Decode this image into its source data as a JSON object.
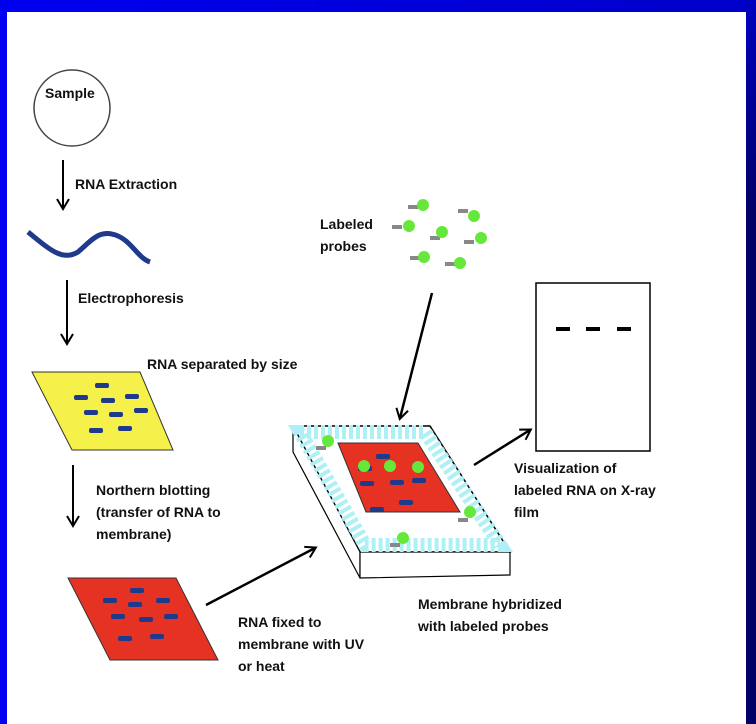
{
  "labels": {
    "sample": "Sample",
    "rna_extraction": "RNA Extraction",
    "electrophoresis": "Electrophoresis",
    "rna_separated": "RNA separated by size",
    "northern_blotting": [
      "Northern blotting",
      "(transfer of RNA to",
      "membrane)"
    ],
    "rna_fixed": [
      "RNA fixed to",
      "membrane with UV",
      "or heat"
    ],
    "labeled_probes": [
      "Labeled",
      "probes"
    ],
    "membrane_hybridized": [
      "Membrane hybridized",
      "with labeled probes"
    ],
    "visualization": [
      "Visualization of",
      "labeled RNA on X-ray",
      "film"
    ]
  },
  "colors": {
    "border": "#0000f0",
    "gel": "#f5f04a",
    "membrane": "#e53222",
    "band": "#1f3a8a",
    "probe": "#66e83a",
    "buffer": "#aef0f5"
  }
}
